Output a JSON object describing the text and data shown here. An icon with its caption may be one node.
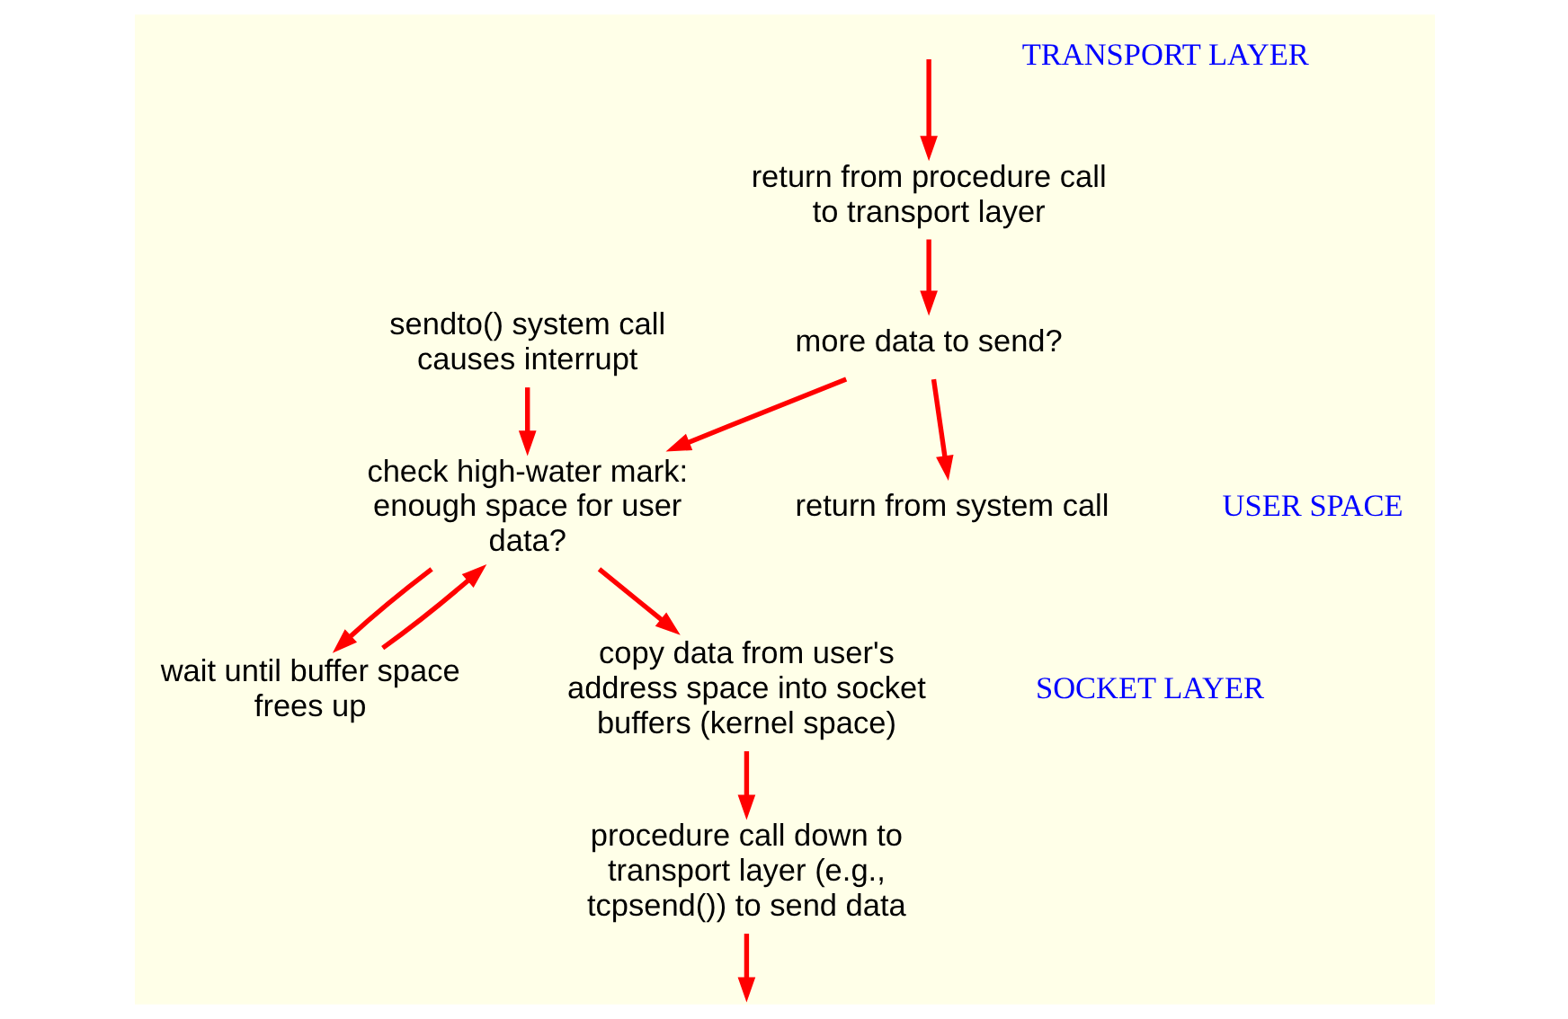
{
  "diagram": {
    "nodes": [
      {
        "text": [
          "sendto() system call causes interrupt"
        ]
      },
      {
        "text": [
          "return from system call"
        ]
      },
      {
        "text": [
          "more data to send?"
        ]
      },
      {
        "text": [
          "check high-water mark: enough space for user data?"
        ]
      },
      {
        "text": [
          "wait until buffer space frees up"
        ]
      },
      {
        "text": [
          "copy data from user's address space into socket buffers (kernel space)"
        ]
      },
      {
        "text": [
          "procedure call down to transport layer (e.g., tcpsend()) to send data"
        ]
      },
      {
        "text": [
          "return from procedure call to transport layer"
        ]
      }
    ],
    "edges": [
      {
        "from": 0,
        "to": 3,
        "arrow": "to"
      },
      {
        "from": 2,
        "to": 3,
        "arrow": "to"
      },
      {
        "from": 4,
        "to": 3,
        "arrow": "to"
      },
      {
        "from": 3,
        "to": 4,
        "arrow": "to"
      },
      {
        "from": 3,
        "to": 5,
        "arrow": "to"
      },
      {
        "from": 5,
        "to": 6,
        "arrow": "to"
      },
      {
        "from": 6,
        "to": null,
        "arrow": "to"
      },
      {
        "from": null,
        "to": 7,
        "arrow": "to"
      },
      {
        "from": 7,
        "to": 2,
        "arrow": "to"
      },
      {
        "from": 2,
        "to": 1,
        "arrow": "to"
      }
    ],
    "labels": [
      "USER SPACE",
      "SOCKET LAYER",
      "TRANSPORT LAYER"
    ]
  }
}
